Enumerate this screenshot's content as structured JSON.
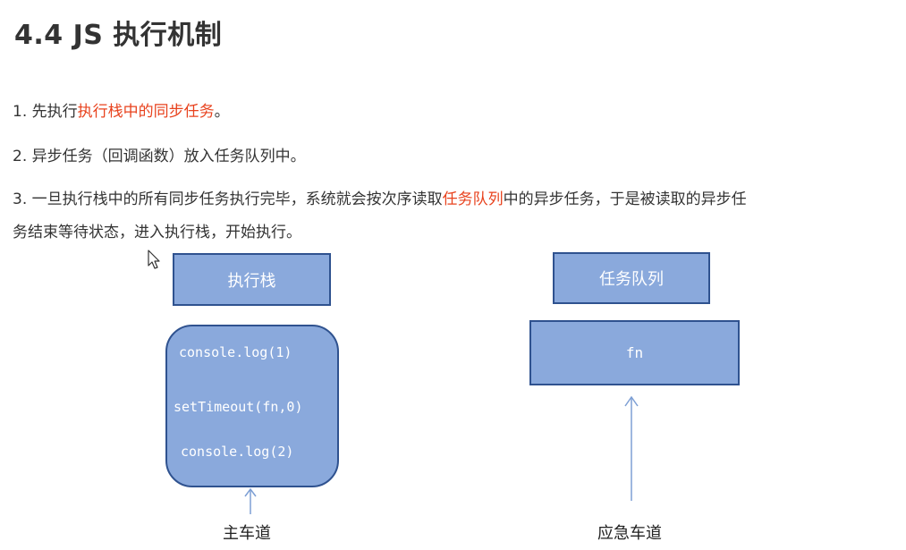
{
  "heading": "4.4 JS 执行机制",
  "steps": [
    {
      "pre": "1. 先执行",
      "highlight": "执行栈中的同步任务",
      "post": "。"
    },
    {
      "text": "2. 异步任务（回调函数）放入任务队列中。"
    },
    {
      "pre": "3. 一旦执行栈中的所有同步任务执行完毕，系统就会按次序读取",
      "highlight": "任务队列",
      "post": "中的异步任务，于是被读取的异步任",
      "line2": "务结束等待状态，进入执行栈，开始执行。"
    }
  ],
  "diagram": {
    "execution_stack_label": "执行栈",
    "stack_items": [
      "console.log(1)",
      "setTimeout(fn,0)",
      "console.log(2)"
    ],
    "task_queue_label": "任务队列",
    "queue_items": [
      "fn"
    ],
    "main_lane_label": "主车道",
    "emergency_lane_label": "应急车道"
  },
  "colors": {
    "highlight": "#e8421d",
    "box_fill": "#8aa9dc",
    "box_border": "#2f528f",
    "arrow": "#7d9fd4"
  },
  "icons": [
    "mouse-cursor-icon"
  ]
}
